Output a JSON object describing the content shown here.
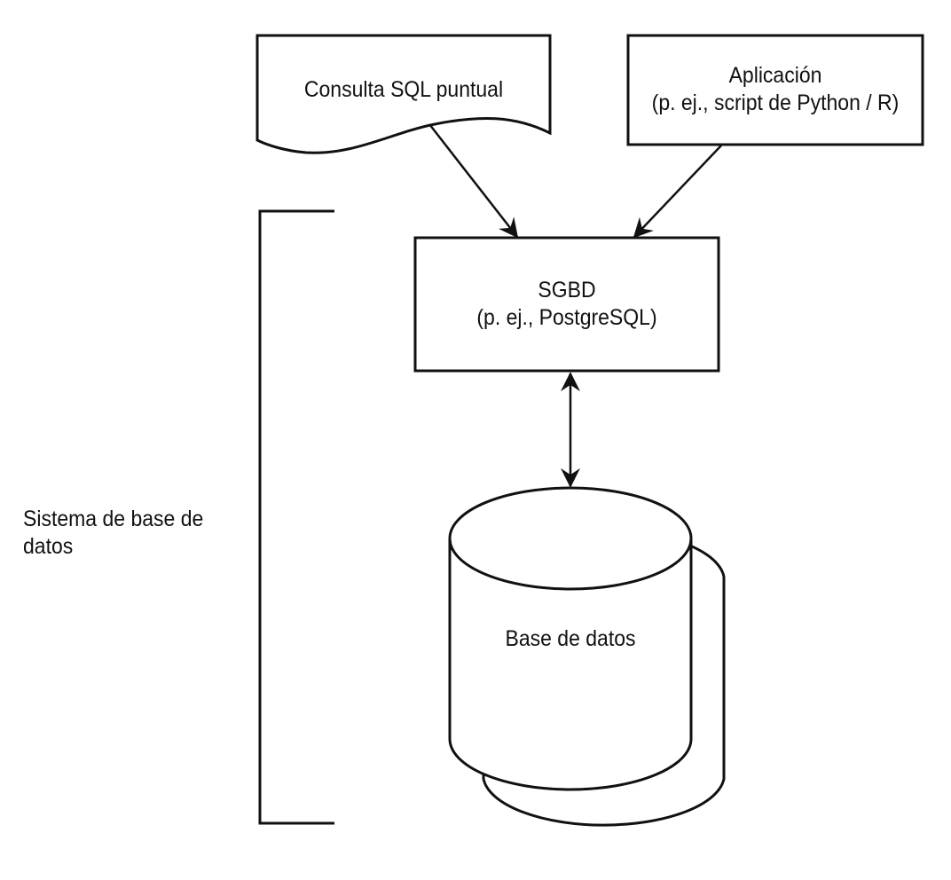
{
  "nodes": {
    "query": {
      "label": "Consulta SQL puntual"
    },
    "app": {
      "line1": "Aplicación",
      "line2": "(p. ej., script de Python / R)"
    },
    "dbms": {
      "line1": "SGBD",
      "line2": "(p. ej., PostgreSQL)"
    },
    "database": {
      "label": "Base de datos"
    }
  },
  "bracket": {
    "line1": "Sistema de base de",
    "line2": "datos"
  },
  "edges": [
    {
      "from": "query",
      "to": "dbms",
      "type": "arrow"
    },
    {
      "from": "app",
      "to": "dbms",
      "type": "arrow"
    },
    {
      "from": "dbms",
      "to": "database",
      "type": "bidirectional"
    }
  ],
  "colors": {
    "stroke": "#111111",
    "fill": "#ffffff"
  }
}
